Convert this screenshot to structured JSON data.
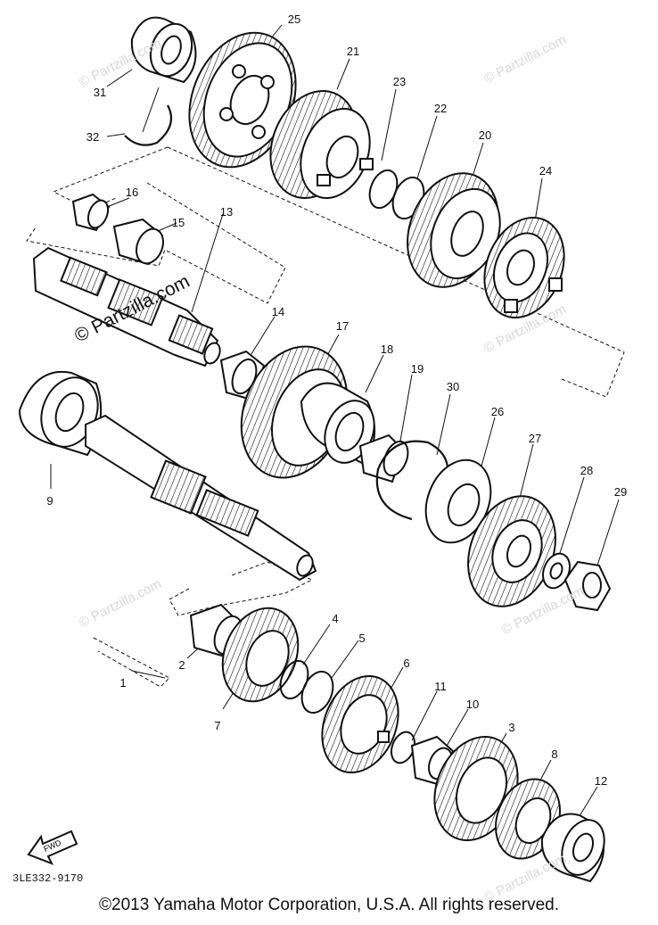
{
  "diagram": {
    "drawing_code": "3LE332-9170",
    "copyright": "©2013  Yamaha Motor Corporation, U.S.A. All rights reserved.",
    "watermark_main": "© Partzilla.com",
    "watermark_repeat": "© Partzilla.com",
    "fwd_label": "FWD",
    "callouts": {
      "c1": "1",
      "c2": "2",
      "c3": "3",
      "c4": "4",
      "c5": "5",
      "c6": "6",
      "c7": "7",
      "c8": "8",
      "c9": "9",
      "c10": "10",
      "c11": "11",
      "c12": "12",
      "c13": "13",
      "c14": "14",
      "c15": "15",
      "c16": "16",
      "c17": "17",
      "c18": "18",
      "c19": "19",
      "c20": "20",
      "c21": "21",
      "c22": "22",
      "c23": "23",
      "c24": "24",
      "c25": "25",
      "c26": "26",
      "c27": "27",
      "c28": "28",
      "c29": "29",
      "c30": "30",
      "c31": "31",
      "c32": "32"
    }
  }
}
